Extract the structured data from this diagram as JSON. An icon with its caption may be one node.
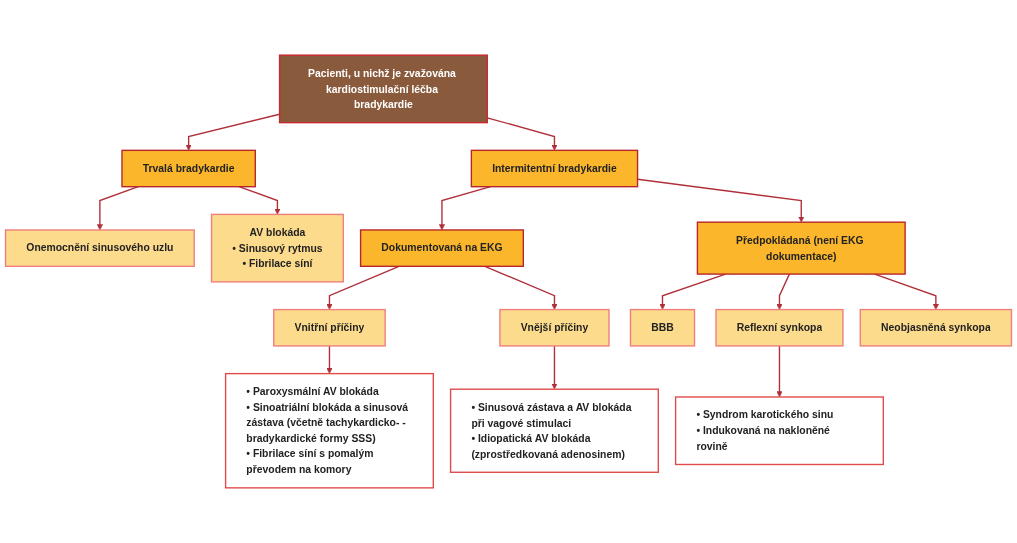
{
  "diagram": {
    "nodes": [
      {
        "text": [
          "Pacienti, u nichž je zvažována kardiostimulační léčba bradykardie"
        ]
      },
      {
        "text": [
          "Trvalá bradykardie"
        ]
      },
      {
        "text": [
          "Intermitentní bradykardie"
        ]
      },
      {
        "text": [
          "Onemocnění sinusového uzlu"
        ]
      },
      {
        "text": [
          "AV blokáda",
          "• Sinusový rytmus",
          "• Fibrilace síní"
        ]
      },
      {
        "text": [
          "Dokumentovaná na EKG"
        ]
      },
      {
        "text": [
          "Předpokládaná (není EKG dokumentace)"
        ]
      },
      {
        "text": [
          "Vnitřní příčiny"
        ]
      },
      {
        "text": [
          "Vnější příčiny"
        ]
      },
      {
        "text": [
          "BBB"
        ]
      },
      {
        "text": [
          "Reflexní synkopa"
        ]
      },
      {
        "text": [
          "Neobjasněná synkopa"
        ]
      },
      {
        "text": [
          "• Paroxysmální AV blokáda",
          "• Sinoatriální blokáda a sinusová zástava (včetně tachykardicko- -bradykardické formy SSS)",
          "• Fibrilace síní s pomalým převodem na komory"
        ]
      },
      {
        "text": [
          "• Sinusová zástava a AV blokáda při vagové stimulaci",
          "• Idiopatická AV blokáda (zprostředkovaná adenosinem)"
        ]
      },
      {
        "text": [
          "• Syndrom karotického sinu",
          "• Indukovaná na nakloněné rovině"
        ]
      }
    ],
    "edges": [
      {
        "from": 0,
        "to": 1,
        "arrow": "to"
      },
      {
        "from": 0,
        "to": 2,
        "arrow": "to"
      },
      {
        "from": 1,
        "to": 3,
        "arrow": "to"
      },
      {
        "from": 1,
        "to": 4,
        "arrow": "to"
      },
      {
        "from": 2,
        "to": 5,
        "arrow": "to"
      },
      {
        "from": 2,
        "to": 6,
        "arrow": "to"
      },
      {
        "from": 5,
        "to": 7,
        "arrow": "to"
      },
      {
        "from": 5,
        "to": 8,
        "arrow": "to"
      },
      {
        "from": 6,
        "to": 9,
        "arrow": "to"
      },
      {
        "from": 6,
        "to": 10,
        "arrow": "to"
      },
      {
        "from": 6,
        "to": 11,
        "arrow": "to"
      },
      {
        "from": 7,
        "to": 12,
        "arrow": "to"
      },
      {
        "from": 8,
        "to": 13,
        "arrow": "to"
      },
      {
        "from": 10,
        "to": 14,
        "arrow": "to"
      }
    ]
  }
}
